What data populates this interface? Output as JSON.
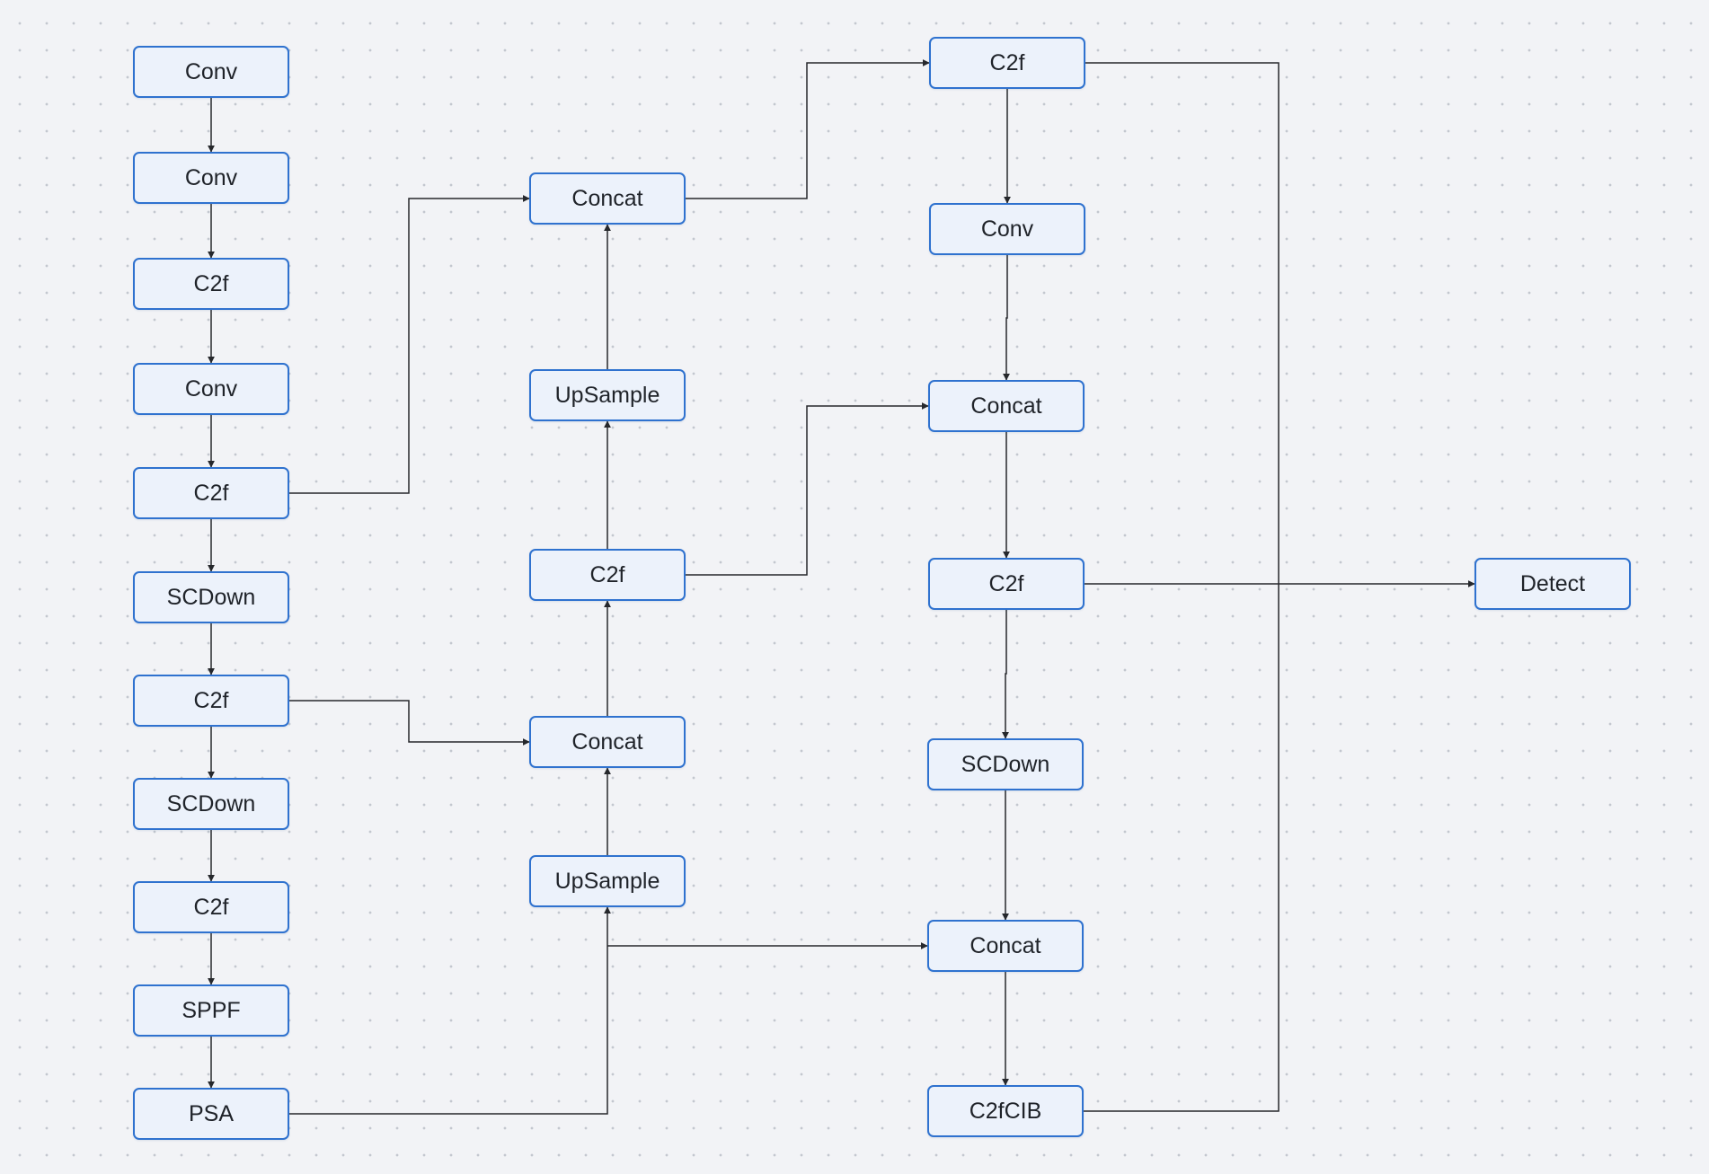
{
  "diagram": {
    "nodes": [
      {
        "id": "b1",
        "label": "Conv"
      },
      {
        "id": "b2",
        "label": "Conv"
      },
      {
        "id": "b3",
        "label": "C2f"
      },
      {
        "id": "b4",
        "label": "Conv"
      },
      {
        "id": "b5",
        "label": "C2f"
      },
      {
        "id": "b6",
        "label": "SCDown"
      },
      {
        "id": "b7",
        "label": "C2f"
      },
      {
        "id": "b8",
        "label": "SCDown"
      },
      {
        "id": "b9",
        "label": "C2f"
      },
      {
        "id": "b10",
        "label": "SPPF"
      },
      {
        "id": "b11",
        "label": "PSA"
      },
      {
        "id": "m1",
        "label": "Concat"
      },
      {
        "id": "m2",
        "label": "UpSample"
      },
      {
        "id": "m3",
        "label": "C2f"
      },
      {
        "id": "m4",
        "label": "Concat"
      },
      {
        "id": "m5",
        "label": "UpSample"
      },
      {
        "id": "h1",
        "label": "C2f"
      },
      {
        "id": "h2",
        "label": "Conv"
      },
      {
        "id": "h3",
        "label": "Concat"
      },
      {
        "id": "h4",
        "label": "C2f"
      },
      {
        "id": "h5",
        "label": "SCDown"
      },
      {
        "id": "h6",
        "label": "Concat"
      },
      {
        "id": "h7",
        "label": "C2fCIB"
      },
      {
        "id": "det",
        "label": "Detect"
      }
    ],
    "edges": [
      {
        "from": "b1",
        "to": "b2"
      },
      {
        "from": "b2",
        "to": "b3"
      },
      {
        "from": "b3",
        "to": "b4"
      },
      {
        "from": "b4",
        "to": "b5"
      },
      {
        "from": "b5",
        "to": "b6"
      },
      {
        "from": "b6",
        "to": "b7"
      },
      {
        "from": "b7",
        "to": "b8"
      },
      {
        "from": "b8",
        "to": "b9"
      },
      {
        "from": "b9",
        "to": "b10"
      },
      {
        "from": "b10",
        "to": "b11"
      },
      {
        "from": "b5",
        "to": "m1"
      },
      {
        "from": "b7",
        "to": "m4"
      },
      {
        "from": "b11",
        "to": "m5"
      },
      {
        "from": "b11",
        "to": "h6"
      },
      {
        "from": "m5",
        "to": "m4"
      },
      {
        "from": "m4",
        "to": "m3"
      },
      {
        "from": "m3",
        "to": "m2"
      },
      {
        "from": "m2",
        "to": "m1"
      },
      {
        "from": "m1",
        "to": "h1"
      },
      {
        "from": "m3",
        "to": "h3"
      },
      {
        "from": "h1",
        "to": "h2"
      },
      {
        "from": "h2",
        "to": "h3"
      },
      {
        "from": "h3",
        "to": "h4"
      },
      {
        "from": "h4",
        "to": "h5"
      },
      {
        "from": "h5",
        "to": "h6"
      },
      {
        "from": "h6",
        "to": "h7"
      },
      {
        "from": "h4",
        "to": "det"
      },
      {
        "from": "h1",
        "to": "det"
      },
      {
        "from": "h7",
        "to": "det"
      }
    ]
  }
}
